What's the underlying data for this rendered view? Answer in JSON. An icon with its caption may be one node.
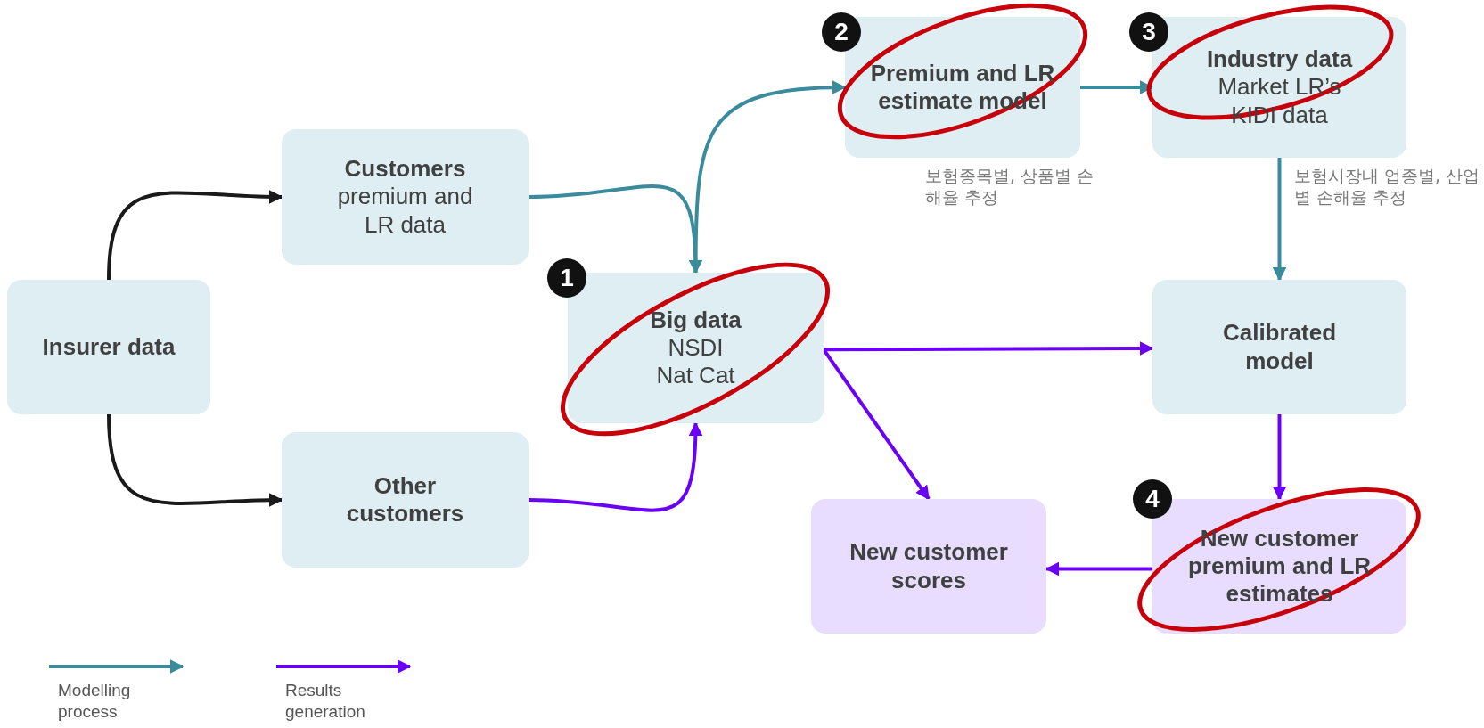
{
  "diagram": {
    "nodes": [
      {
        "text": [
          "Insurer data"
        ]
      },
      {
        "text": [
          "Customers",
          "premium and LR data"
        ]
      },
      {
        "text": [
          "Other customers"
        ]
      },
      {
        "text": [
          "Big data",
          "NSDI",
          "Nat Cat"
        ]
      },
      {
        "text": [
          "Premium and LR estimate model"
        ],
        "beside": [
          "보험종목별, 상품별 손해율 추정"
        ]
      },
      {
        "text": [
          "Industry data",
          "Market LR’s",
          "KIDI data"
        ],
        "beside": [
          "보험시장내 업종별, 산업별 손해율 추정"
        ]
      },
      {
        "text": [
          "Calibrated model"
        ]
      },
      {
        "text": [
          "New customer scores"
        ]
      },
      {
        "text": [
          "New customer premium and LR estimates"
        ]
      }
    ],
    "edges": [
      {
        "from": 0,
        "to": 1,
        "arrow": "to",
        "color": "#1a1a1a"
      },
      {
        "from": 0,
        "to": 2,
        "arrow": "to",
        "color": "#1a1a1a"
      },
      {
        "from": 1,
        "to": 3,
        "arrow": "to",
        "color": "#3a8c9c"
      },
      {
        "from": 2,
        "to": 3,
        "arrow": "to"
      },
      {
        "from": 3,
        "to": 4,
        "arrow": "to",
        "color": "#3a8c9c"
      },
      {
        "from": 4,
        "to": 5,
        "arrow": "to",
        "color": "#3a8c9c"
      },
      {
        "from": 5,
        "to": 6,
        "arrow": "to",
        "color": "#3a8c9c"
      },
      {
        "from": 3,
        "to": 6,
        "arrow": "to"
      },
      {
        "from": 3,
        "to": 7,
        "arrow": "to"
      },
      {
        "from": 6,
        "to": 8,
        "arrow": "to"
      },
      {
        "from": 8,
        "to": 7,
        "arrow": "to"
      }
    ],
    "labels": [
      "1",
      "2",
      "3",
      "4"
    ],
    "legend": [
      {
        "text": "Modelling process"
      },
      {
        "text": "Results generation"
      }
    ]
  }
}
